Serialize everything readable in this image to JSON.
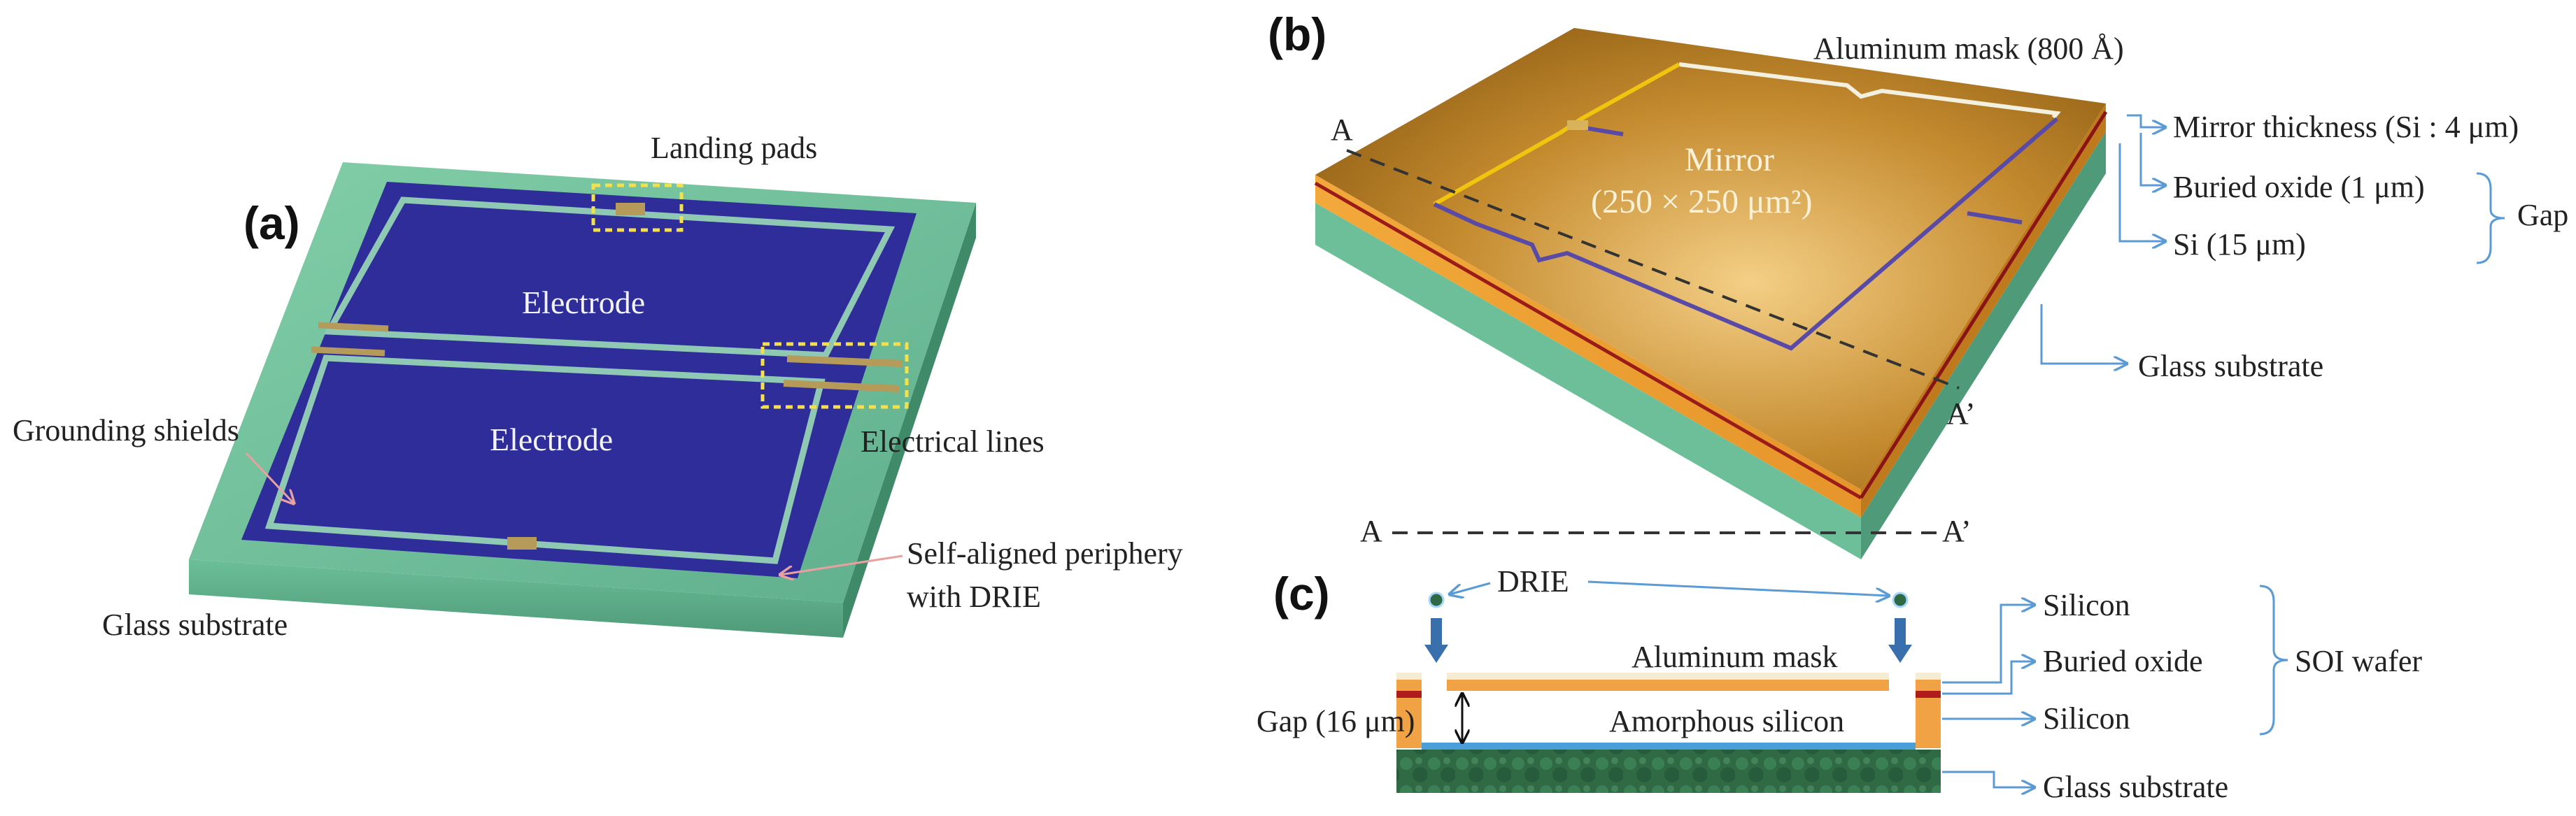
{
  "panels": {
    "a": {
      "label": "(a)",
      "landing_pads": "Landing pads",
      "electrode_top": "Electrode",
      "electrode_bottom": "Electrode",
      "grounding_shields": "Grounding shields",
      "electrical_lines": "Electrical lines",
      "glass_substrate": "Glass substrate",
      "periphery_line1": "Self-aligned periphery",
      "periphery_line2": "with DRIE"
    },
    "b": {
      "label": "(b)",
      "aluminum_mask": "Aluminum mask (800 Å)",
      "mirror_line1": "Mirror",
      "mirror_line2": "(250 × 250 μm²)",
      "mirror_thickness": "Mirror thickness (Si : 4 μm)",
      "buried_oxide": "Buried oxide (1 μm)",
      "si_layer": "Si (15 μm)",
      "gap": "Gap",
      "glass_substrate": "Glass substrate",
      "section_a": "A",
      "section_a_prime": "A’"
    },
    "c": {
      "label": "(c)",
      "section_a": "A",
      "section_a_prime": "A’",
      "drie": "DRIE",
      "aluminum_mask": "Aluminum mask",
      "gap_16": "Gap (16 μm)",
      "amorphous_silicon": "Amorphous silicon",
      "silicon_top": "Silicon",
      "buried_oxide": "Buried oxide",
      "silicon_bottom": "Silicon",
      "soi_wafer": "SOI wafer",
      "glass_substrate": "Glass substrate"
    }
  },
  "colors": {
    "glass": "#7fc9a6",
    "electrode": "#2f2d9a",
    "gold": "#c98f2a",
    "arrow_blue": "#5b9bd5",
    "drie_arrow": "#3a6fae"
  }
}
